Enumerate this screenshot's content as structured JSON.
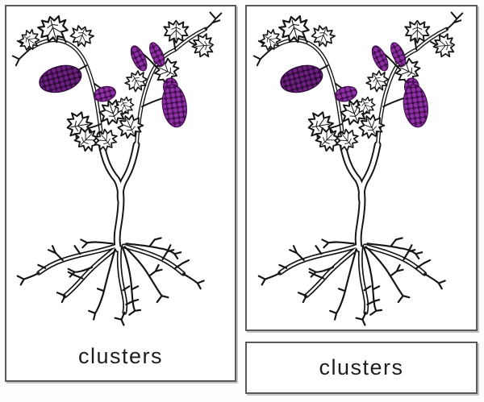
{
  "page": {
    "background": "#fdfdfd"
  },
  "cards": {
    "left": {
      "type": "picture-with-label-card",
      "label": "clusters"
    },
    "right_picture": {
      "type": "picture-card"
    },
    "right_label": {
      "type": "label-card",
      "label": "clusters"
    }
  },
  "illustration": {
    "alt": "line drawing of a grapevine with roots, forked stems, leaves and purple grape clusters",
    "colors": {
      "ink": "#141414",
      "grape_dark": "#6b1f7e",
      "grape_dark_gap": "#2e0b38",
      "grape_light": "#8f2fa6",
      "grape_light_gap": "#43104f"
    }
  },
  "style": {
    "card_border": "#595959",
    "card_shadow": "#c3c3c3",
    "label_color": "#1d1d1d"
  }
}
